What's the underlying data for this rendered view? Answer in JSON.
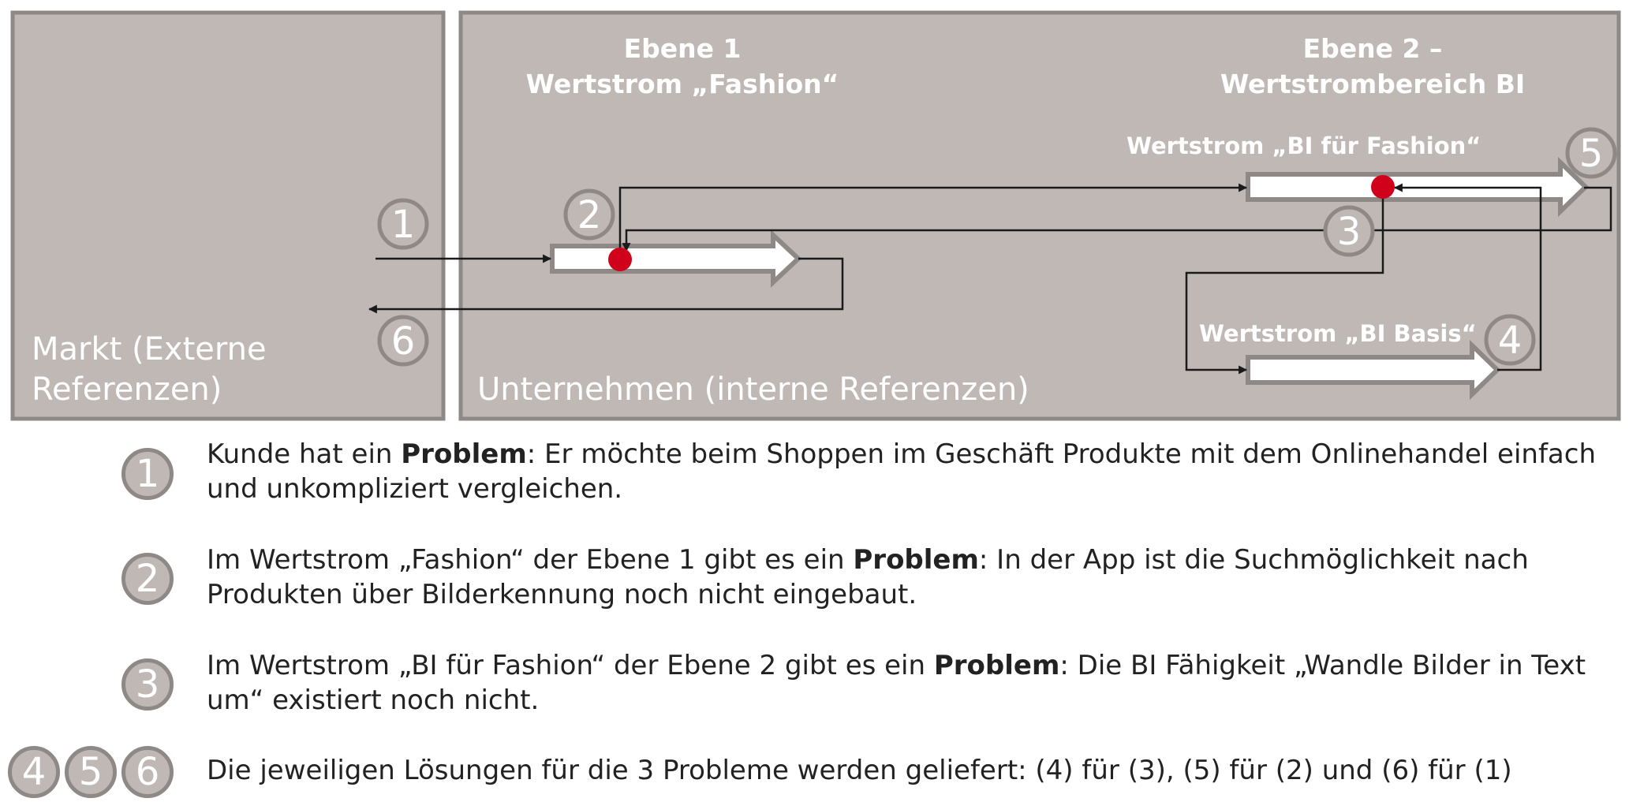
{
  "diagram": {
    "market_label_line1": "Markt (Externe",
    "market_label_line2": "Referenzen)",
    "company_label": "Unternehmen (interne Referenzen)",
    "level1_line1": "Ebene 1",
    "level1_line2": "Wertstrom „Fashion“",
    "level2_line1": "Ebene 2 –",
    "level2_line2": "Wertstrombereich BI",
    "stream_bi_fashion": "Wertstrom „BI für Fashion“",
    "stream_bi_basis": "Wertstrom „BI Basis“",
    "markers": [
      "1",
      "2",
      "3",
      "4",
      "5",
      "6"
    ]
  },
  "colors": {
    "panel_fill": "#bfb8b5",
    "panel_border": "#8e8886",
    "problem_dot": "#d0021b",
    "line": "#1a1a1a"
  },
  "legend": [
    {
      "markers": [
        "1"
      ],
      "pre": "Kunde hat ein ",
      "bold": "Problem",
      "post": ": Er möchte beim Shoppen im Geschäft Produkte mit dem Onlinehandel einfach und unkompliziert vergleichen."
    },
    {
      "markers": [
        "2"
      ],
      "pre": "Im Wertstrom „Fashion“ der Ebene 1 gibt es ein ",
      "bold": "Problem",
      "post": ": In der App ist die Suchmöglichkeit nach Produkten über Bilderkennung noch nicht eingebaut."
    },
    {
      "markers": [
        "3"
      ],
      "pre": "Im Wertstrom „BI für Fashion“ der Ebene 2 gibt es ein ",
      "bold": "Problem",
      "post": ": Die BI Fähigkeit „Wandle Bilder in Text um“ existiert noch nicht."
    },
    {
      "markers": [
        "4",
        "5",
        "6"
      ],
      "pre": "Die jeweiligen Lösungen für die 3 Probleme werden geliefert: (4) für (3), (5) für (2) und (6) für (1)",
      "bold": "",
      "post": ""
    }
  ]
}
